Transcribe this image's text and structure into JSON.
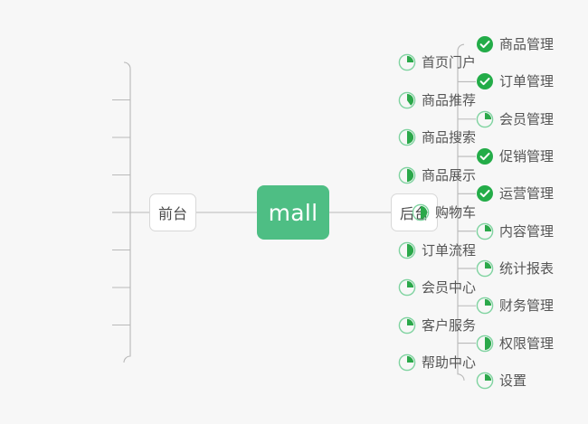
{
  "diagram": {
    "type": "mind-map",
    "background_color": "#f7f7f7",
    "accent_color": "#4ebe84",
    "done_color": "#23ac48",
    "pie_color": "#2ba84a",
    "pie_ring_color": "#7fd3a0",
    "line_color": "#b9b9b9",
    "text_color": "#555555",
    "root": {
      "label": "mall"
    },
    "branches": [
      {
        "side": "left",
        "node_label": "前台",
        "items": [
          {
            "label": "首页门户",
            "status": "partial",
            "progress": 25
          },
          {
            "label": "商品推荐",
            "status": "partial",
            "progress": 40
          },
          {
            "label": "商品搜索",
            "status": "partial",
            "progress": 50
          },
          {
            "label": "商品展示",
            "status": "partial",
            "progress": 50
          },
          {
            "label": "购物车",
            "status": "partial",
            "progress": 50
          },
          {
            "label": "订单流程",
            "status": "partial",
            "progress": 50
          },
          {
            "label": "会员中心",
            "status": "partial",
            "progress": 25
          },
          {
            "label": "客户服务",
            "status": "partial",
            "progress": 25
          },
          {
            "label": "帮助中心",
            "status": "partial",
            "progress": 25
          }
        ]
      },
      {
        "side": "right",
        "node_label": "后台",
        "items": [
          {
            "label": "商品管理",
            "status": "done",
            "progress": 100
          },
          {
            "label": "订单管理",
            "status": "done",
            "progress": 100
          },
          {
            "label": "会员管理",
            "status": "partial",
            "progress": 25
          },
          {
            "label": "促销管理",
            "status": "done",
            "progress": 100
          },
          {
            "label": "运营管理",
            "status": "done",
            "progress": 100
          },
          {
            "label": "内容管理",
            "status": "partial",
            "progress": 25
          },
          {
            "label": "统计报表",
            "status": "partial",
            "progress": 25
          },
          {
            "label": "财务管理",
            "status": "partial",
            "progress": 25
          },
          {
            "label": "权限管理",
            "status": "partial",
            "progress": 50
          },
          {
            "label": "设置",
            "status": "partial",
            "progress": 25
          }
        ]
      }
    ]
  }
}
